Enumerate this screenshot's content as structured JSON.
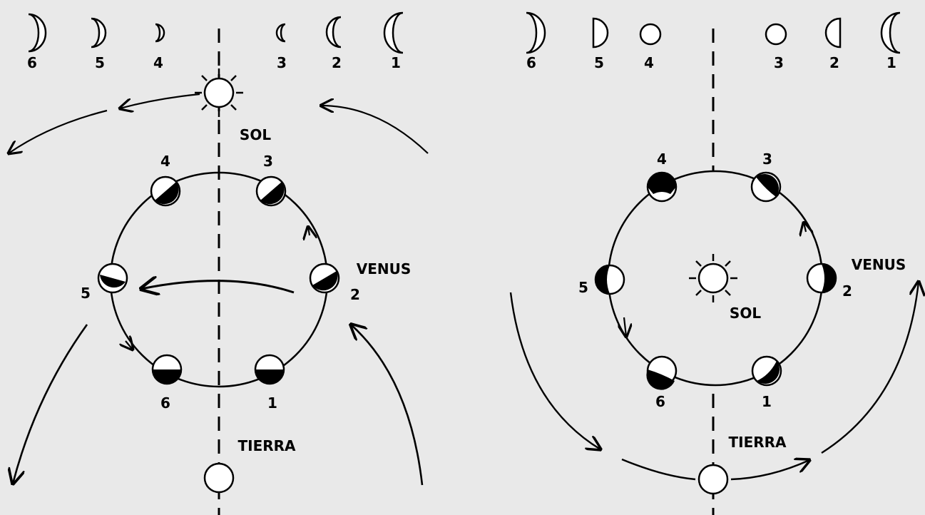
{
  "labels": {
    "sun": "SOL",
    "venus": "VENUS",
    "earth": "TIERRA"
  },
  "phase_numbers": [
    "1",
    "2",
    "3",
    "4",
    "5",
    "6"
  ],
  "colors": {
    "background": "#e9e9e9",
    "ink": "#000000",
    "fill_light": "#ffffff"
  },
  "panels": [
    {
      "model": "geocentric",
      "orbit_center": "earth-sun-line"
    },
    {
      "model": "heliocentric",
      "orbit_center": "sun"
    }
  ]
}
